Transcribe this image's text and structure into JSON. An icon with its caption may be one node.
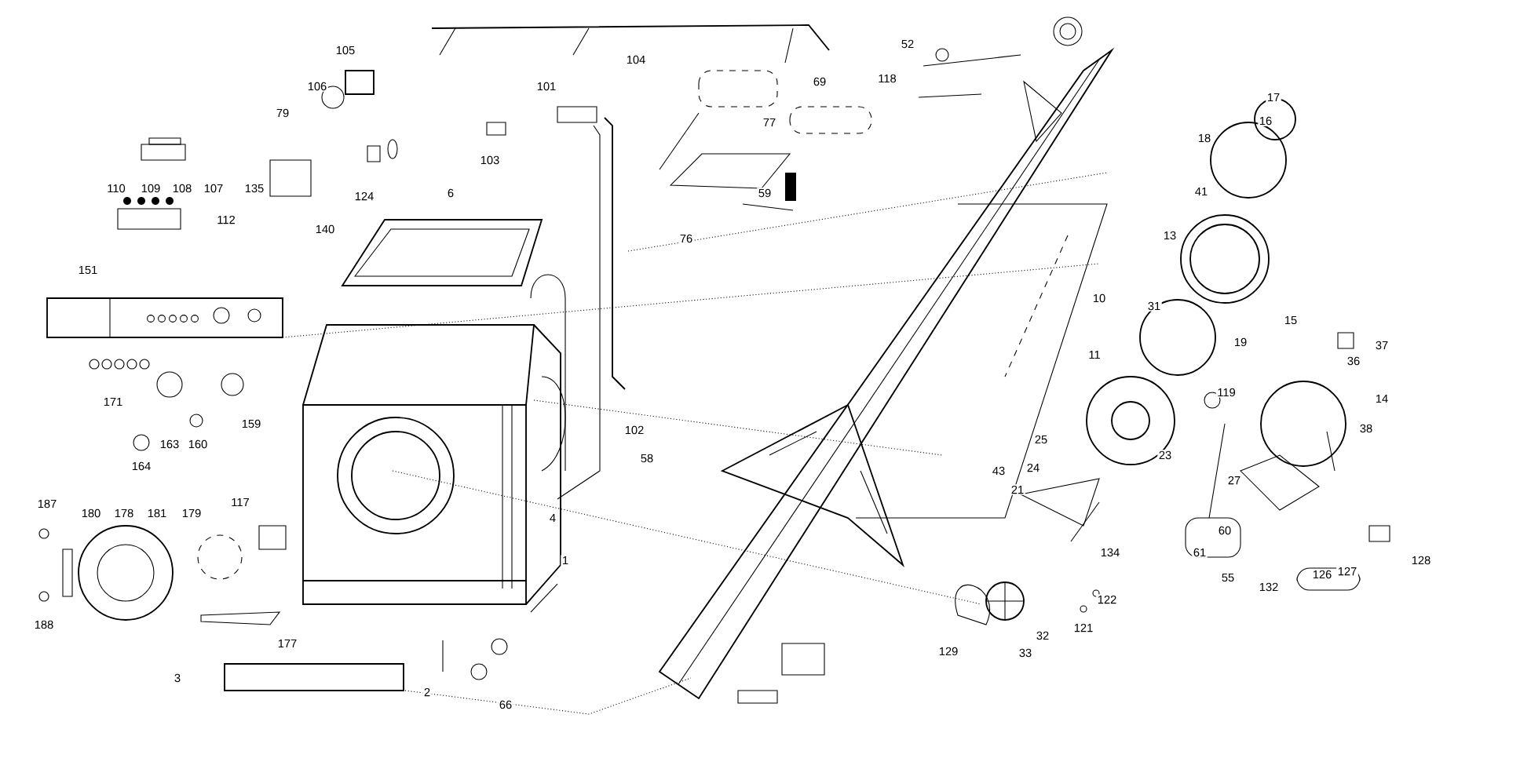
{
  "diagram": {
    "labels": [
      "104",
      "52",
      "105",
      "69",
      "101",
      "118",
      "17",
      "16",
      "18",
      "106",
      "79",
      "77",
      "103",
      "110",
      "109",
      "108",
      "107",
      "135",
      "124",
      "6",
      "59",
      "41",
      "112",
      "140",
      "76",
      "13",
      "151",
      "10",
      "31",
      "19",
      "15",
      "37",
      "36",
      "11",
      "171",
      "163",
      "159",
      "160",
      "164",
      "102",
      "14",
      "119",
      "25",
      "23",
      "38",
      "58",
      "43",
      "24",
      "21",
      "187",
      "180",
      "178",
      "181",
      "179",
      "117",
      "4",
      "27",
      "134",
      "60",
      "1",
      "61",
      "55",
      "132",
      "126",
      "127",
      "128",
      "122",
      "188",
      "32",
      "121",
      "177",
      "129",
      "33",
      "3",
      "2",
      "66"
    ]
  }
}
